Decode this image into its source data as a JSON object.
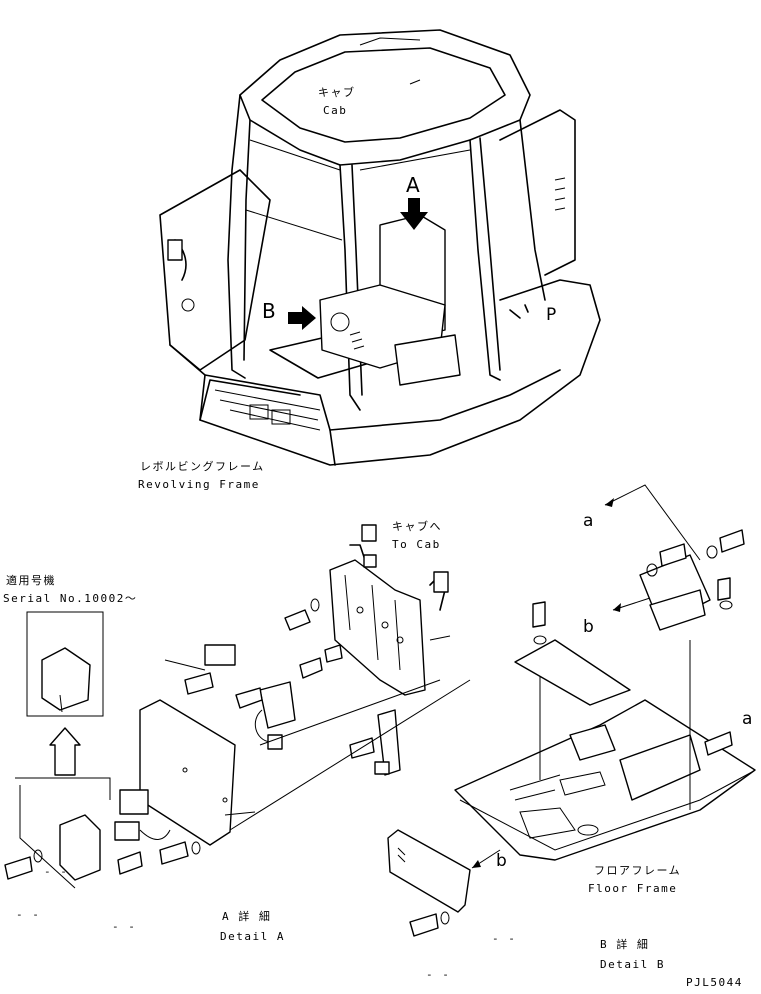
{
  "labels": {
    "cab_jp": "キャブ",
    "cab_en": "Cab",
    "revolving_jp": "レボルビングフレーム",
    "revolving_en": "Revolving Frame",
    "to_cab_jp": "キャブへ",
    "to_cab_en": "To Cab",
    "serial_jp": "適用号機",
    "serial_en": "Serial No.10002～",
    "floor_jp": "フロアフレーム",
    "floor_en": "Floor Frame",
    "detail_a_jp": "A 詳 細",
    "detail_a_en": "Detail A",
    "detail_b_jp": "B 詳 細",
    "detail_b_en": "Detail B",
    "drawing_no": "PJL5044"
  },
  "callouts": {
    "view_a": "A",
    "view_b": "B",
    "p_mark": "P",
    "ref_a_top": "a",
    "ref_b_right": "b",
    "ref_a_right": "a",
    "ref_b_bottom": "b"
  },
  "dashes": {
    "d1": "- -",
    "d2": "- -",
    "d3": "- -",
    "d4": "- -",
    "d5": "- -"
  }
}
